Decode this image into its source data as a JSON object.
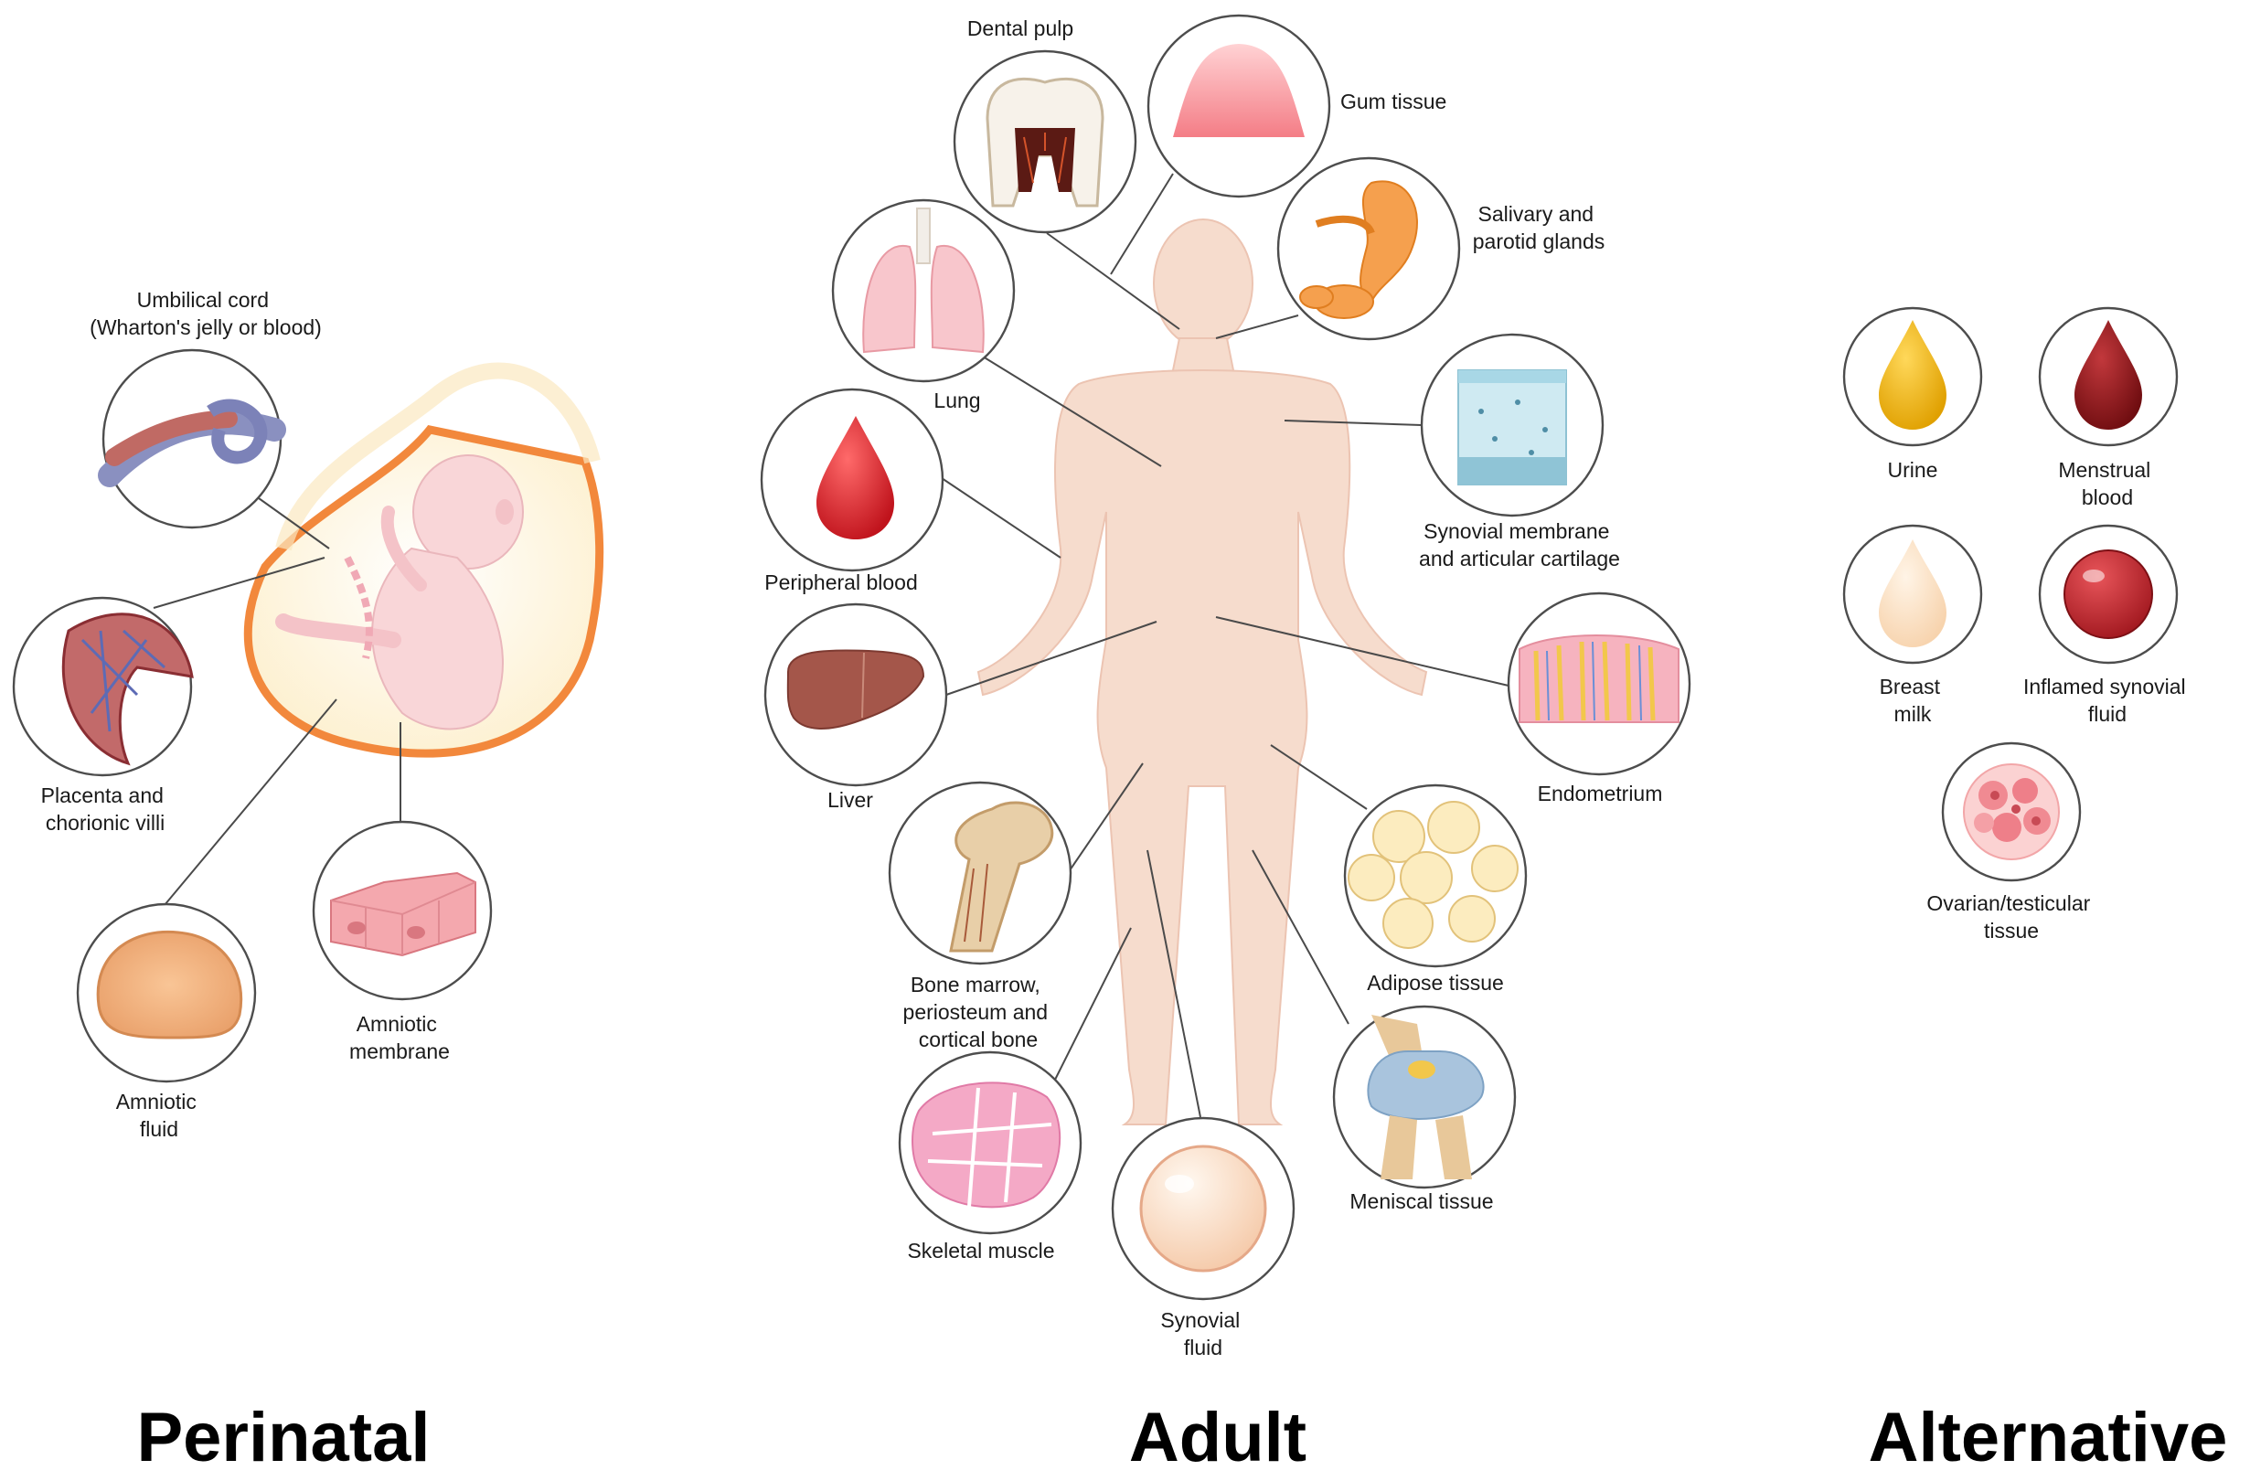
{
  "sections": {
    "perinatal": "Perinatal",
    "adult": "Adult",
    "alternative": "Alternative"
  },
  "perinatal": {
    "umbilical_cord": [
      "Umbilical cord",
      "(Wharton's jelly or blood)"
    ],
    "placenta": [
      "Placenta and",
      "chorionic villi"
    ],
    "amniotic_fluid": [
      "Amniotic",
      "fluid"
    ],
    "amniotic_membrane": [
      "Amniotic",
      "membrane"
    ]
  },
  "adult": {
    "dental_pulp": [
      "Dental pulp"
    ],
    "gum_tissue": [
      "Gum tissue"
    ],
    "salivary": [
      "Salivary and",
      "parotid glands"
    ],
    "lung": [
      "Lung"
    ],
    "synovial_membrane": [
      "Synovial membrane",
      "and articular cartilage"
    ],
    "peripheral_blood": [
      "Peripheral blood"
    ],
    "liver": [
      "Liver"
    ],
    "endometrium": [
      "Endometrium"
    ],
    "bone_marrow": [
      "Bone marrow,",
      "periosteum and",
      "cortical bone"
    ],
    "adipose": [
      "Adipose tissue"
    ],
    "skeletal_muscle": [
      "Skeletal muscle"
    ],
    "meniscal": [
      "Meniscal tissue"
    ],
    "synovial_fluid": [
      "Synovial",
      "fluid"
    ]
  },
  "alternative": {
    "urine": [
      "Urine"
    ],
    "menstrual_blood": [
      "Menstrual",
      "blood"
    ],
    "breast_milk": [
      "Breast",
      "milk"
    ],
    "inflamed_synovial": [
      "Inflamed synovial",
      "fluid"
    ],
    "ovarian": [
      "Ovarian/testicular",
      "tissue"
    ]
  },
  "colors": {
    "skin": "#f6dccd",
    "blood": "#d3202a",
    "liver": "#a4564a",
    "urine": "#f2b705",
    "menstrual": "#8e1518",
    "milk": "#fde6cc",
    "fetal": "#f9d6d8",
    "sac": "#f2883c"
  },
  "icons": {
    "umbilical_cord": "umbilical-cord-icon",
    "placenta": "placenta-icon",
    "amniotic_fluid": "amniotic-fluid-icon",
    "amniotic_membrane": "amniotic-membrane-cells-icon",
    "dental_pulp": "tooth-icon",
    "gum_tissue": "gum-tissue-icon",
    "salivary": "salivary-gland-icon",
    "lung": "lung-icon",
    "synovial_membrane": "cartilage-icon",
    "peripheral_blood": "blood-drop-icon",
    "liver": "liver-icon",
    "endometrium": "endometrium-icon",
    "bone_marrow": "bone-icon",
    "adipose": "adipose-cells-icon",
    "skeletal_muscle": "muscle-icon",
    "meniscal": "knee-meniscus-icon",
    "synovial_fluid": "fluid-sphere-icon",
    "urine": "urine-drop-icon",
    "menstrual_blood": "menstrual-drop-icon",
    "breast_milk": "milk-drop-icon",
    "inflamed_synovial": "inflamed-fluid-icon",
    "ovarian": "ovarian-cells-icon"
  }
}
